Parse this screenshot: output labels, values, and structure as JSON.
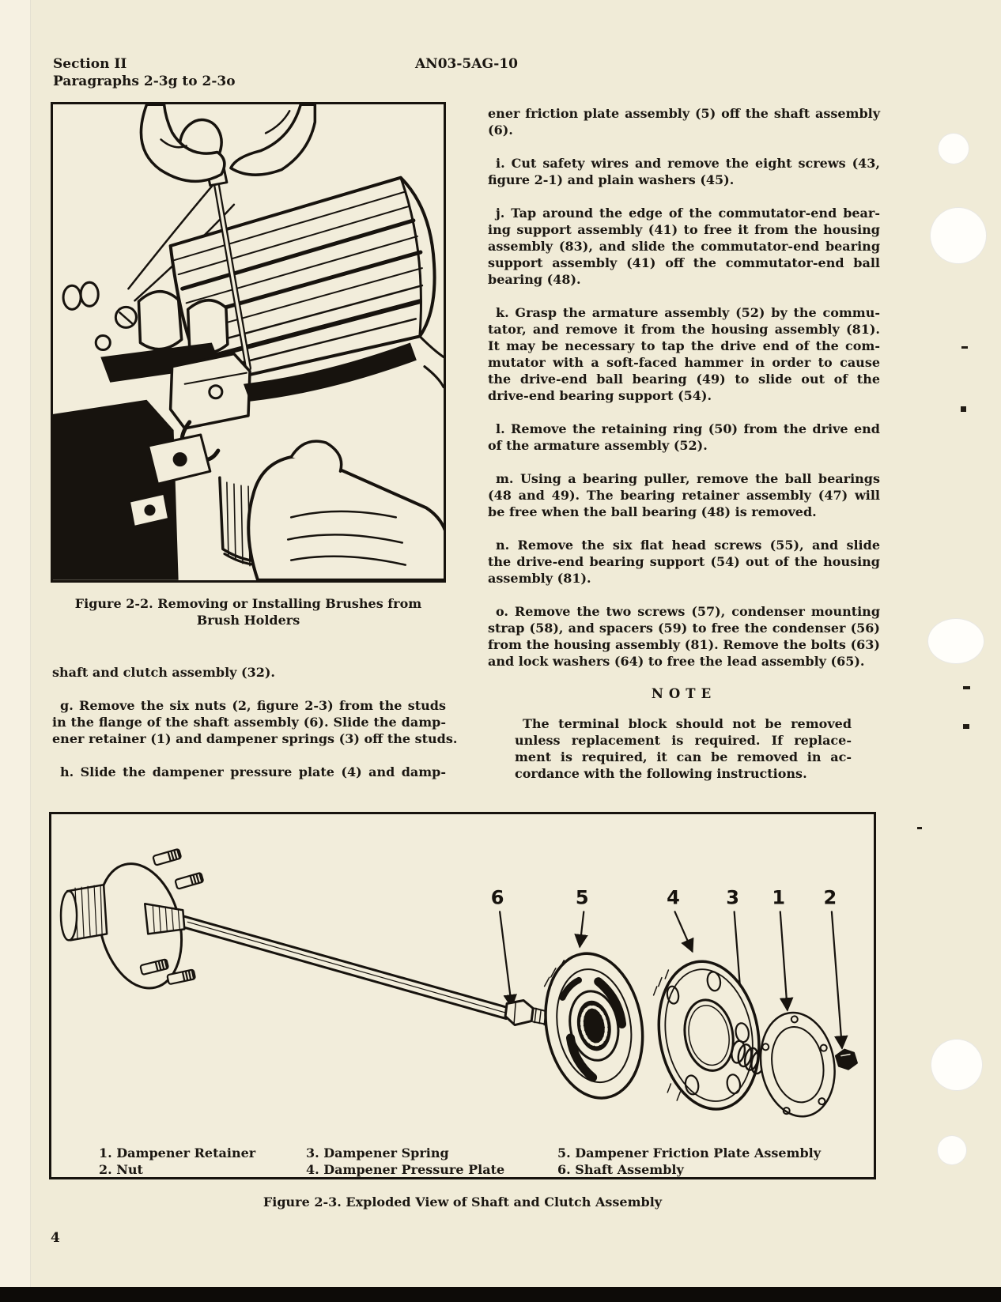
{
  "header": {
    "section": "Section II",
    "paragraphs_range": "Paragraphs 2-3g to 2-3o",
    "doc_number": "AN03-5AG-10",
    "page_number": "4"
  },
  "left_column": {
    "para_intro": "shaft and clutch assembly (32).",
    "para_g": "g.  Remove the six nuts (2, figure 2-3) from the studs\nin the flange of the shaft assembly (6). Slide the damp-\nener retainer (1) and dampener springs (3) off the studs.",
    "para_h": "h.  Slide the dampener pressure plate (4) and damp-"
  },
  "right_column": {
    "para_cont": "ener friction plate assembly (5) off the shaft assembly\n(6).",
    "para_i": "i.  Cut safety wires and remove the eight screws (43,\nfigure 2-1) and plain washers (45).",
    "para_j": "j.  Tap around the edge of the commutator-end bear-\ning support assembly (41) to free it from the housing\nassembly (83), and slide the commutator-end bearing\nsupport assembly (41) off the commutator-end ball\nbearing (48).",
    "para_k": "k.  Grasp the armature assembly (52) by the commu-\ntator, and remove it from the housing assembly (81).\nIt may be necessary to tap the drive end of the com-\nmutator with a soft-faced hammer in order to cause\nthe drive-end ball bearing (49) to slide out of the\ndrive-end bearing support (54).",
    "para_l": "l.  Remove the retaining ring (50) from the drive end\nof the armature assembly (52).",
    "para_m": "m.  Using a bearing puller, remove the ball bearings\n(48 and 49).  The bearing retainer assembly (47) will\nbe free when the ball bearing (48) is removed.",
    "para_n": "n.  Remove the six flat head screws (55), and slide\nthe drive-end bearing support (54) out of the housing\nassembly (81).",
    "para_o": "o.  Remove the two screws (57), condenser mounting\nstrap (58), and spacers (59) to free the condenser (56)\nfrom the housing assembly (81). Remove the bolts (63)\nand lock washers (64) to free the lead assembly (65).",
    "note_heading": "NOTE",
    "note_body": "The terminal block should not be removed\nunless replacement is required.  If replace-\nment is required, it can be removed in ac-\ncordance with the following instructions."
  },
  "figures": {
    "fig2_2": {
      "caption_line1": "Figure 2-2.  Removing or Installing Brushes from",
      "caption_line2": "Brush Holders"
    },
    "fig2_3": {
      "caption": "Figure 2-3.  Exploded View of Shaft and Clutch Assembly",
      "callouts": [
        "6",
        "5",
        "4",
        "3",
        "1",
        "2"
      ],
      "legend": [
        "1. Dampener Retainer",
        "2. Nut",
        "3. Dampener Spring",
        "4. Dampener Pressure Plate",
        "5. Dampener Friction Plate Assembly",
        "6. Shaft Assembly"
      ]
    }
  }
}
